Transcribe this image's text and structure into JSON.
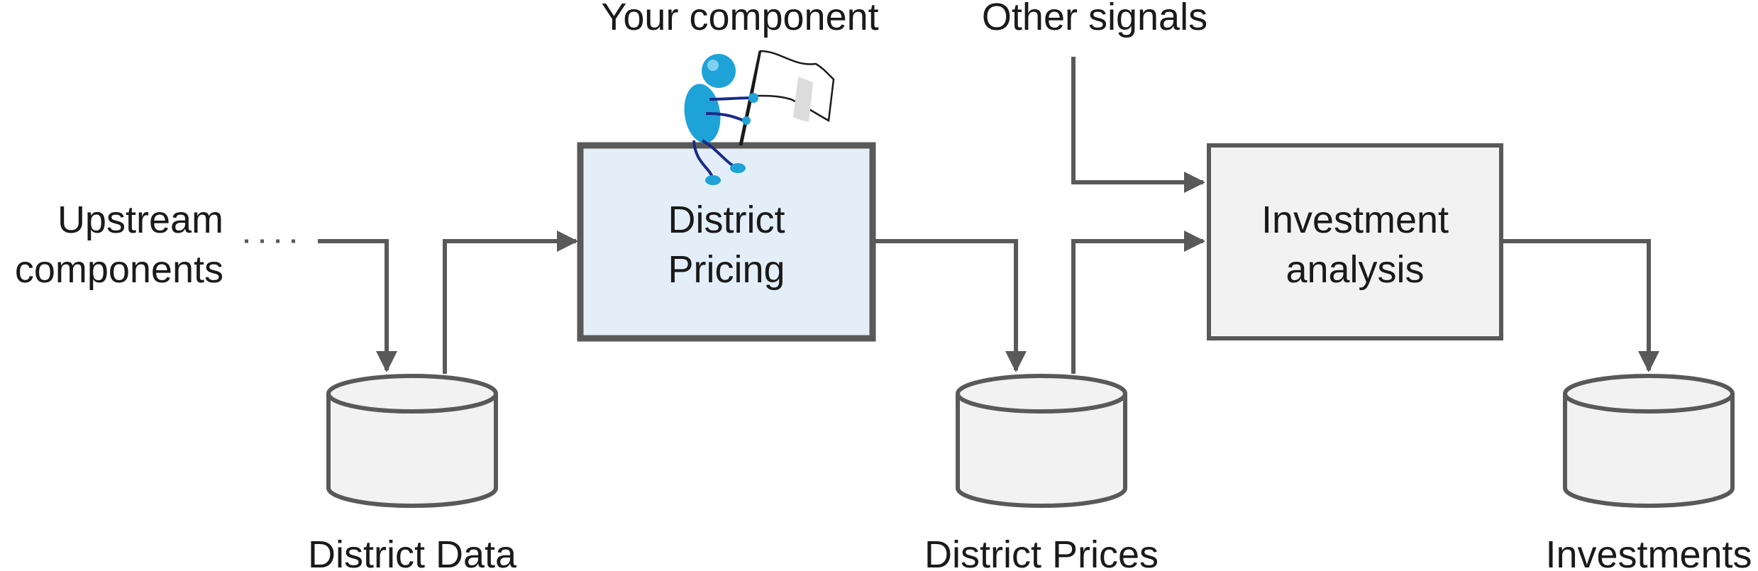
{
  "labels": {
    "upstream_line1": "Upstream",
    "upstream_line2": "components",
    "your_component": "Your component",
    "other_signals": "Other signals",
    "district_pricing_line1": "District",
    "district_pricing_line2": "Pricing",
    "investment_line1": "Investment",
    "investment_line2": "analysis",
    "district_data": "District Data",
    "district_prices": "District Prices",
    "investments": "Investments"
  },
  "colors": {
    "stroke": "#595959",
    "highlight_box_fill": "#e3eef8",
    "box_fill": "#f2f2f2",
    "figure_blue": "#1ea3d8",
    "figure_dark": "#1a2a8a"
  },
  "icons": {
    "mascot": "person-with-flag-icon"
  }
}
